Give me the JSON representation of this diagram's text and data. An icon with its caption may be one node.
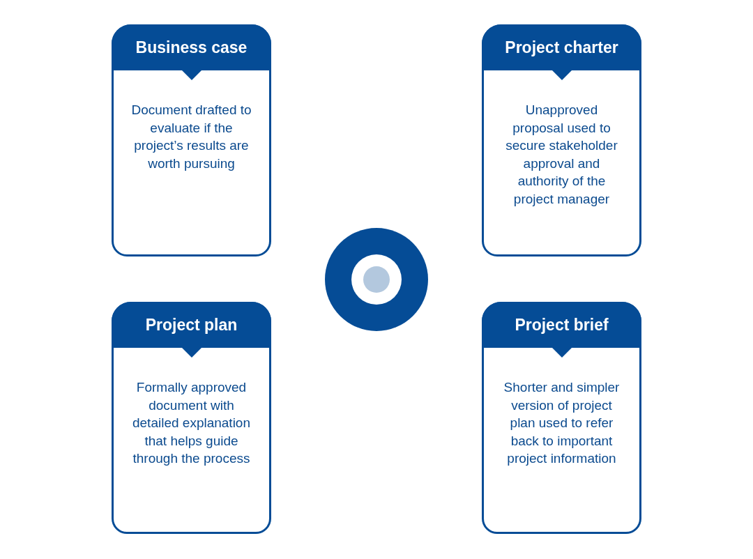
{
  "diagram": {
    "nodes": [
      {
        "text": [
          "Business case",
          "Document drafted to evaluate if the project’s results are worth pursuing"
        ]
      },
      {
        "text": [
          "Project charter",
          "Unapproved proposal used to secure stakeholder approval and authority of the project manager"
        ]
      },
      {
        "text": [],
        "shape": "circle"
      },
      {
        "text": [
          "Project plan",
          "Formally approved document with detailed explanation that helps guide through the process"
        ]
      },
      {
        "text": [
          "Project brief",
          "Shorter and simpler version of project plan used to refer back to important project information"
        ]
      }
    ]
  }
}
